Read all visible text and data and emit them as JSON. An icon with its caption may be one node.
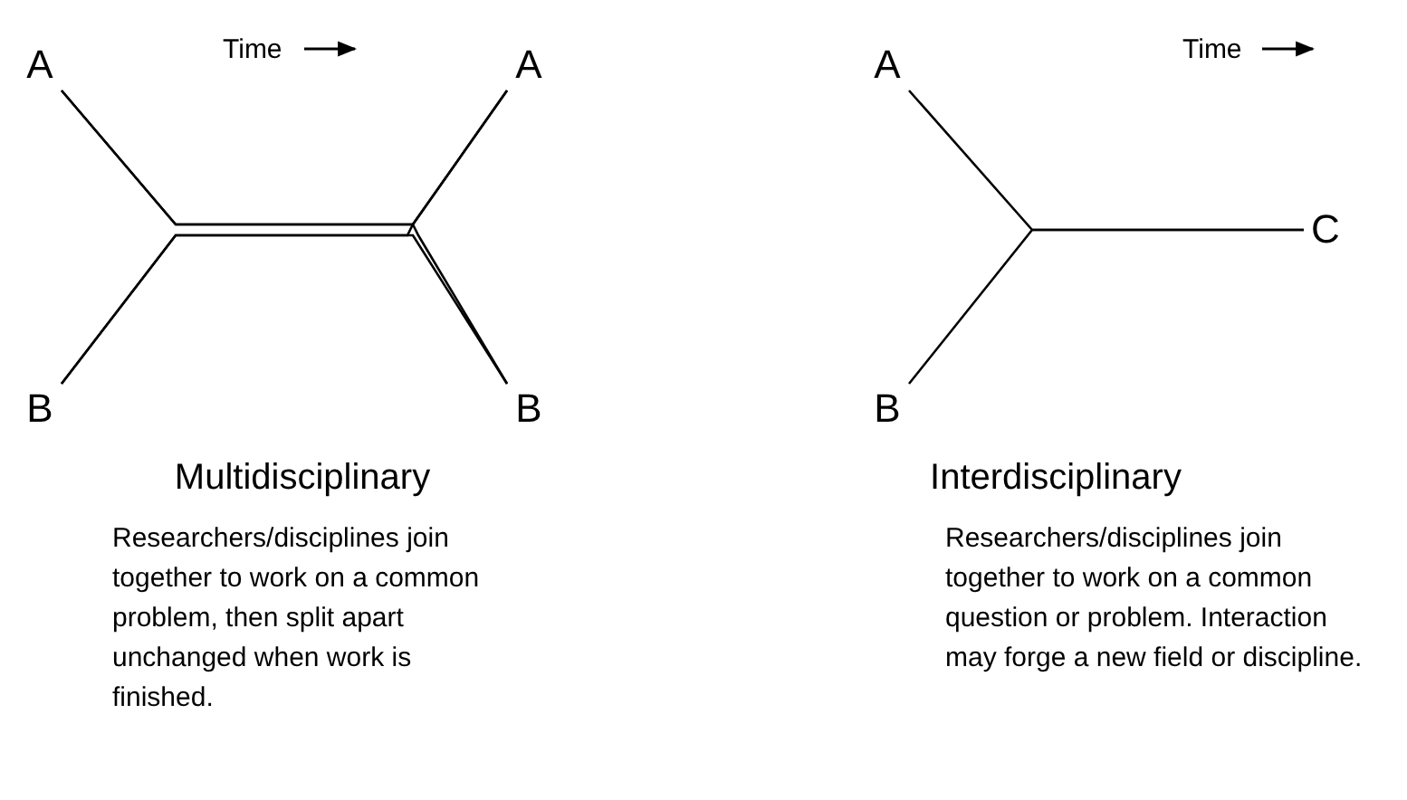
{
  "diagram": {
    "nodes": [
      {
        "text": [
          "A"
        ]
      },
      {
        "text": [
          "B"
        ]
      },
      {
        "text": [
          "A"
        ]
      },
      {
        "text": [
          "B"
        ]
      },
      {
        "text": [
          "A"
        ]
      },
      {
        "text": [
          "B"
        ]
      },
      {
        "text": [
          "C"
        ]
      }
    ],
    "edges": [
      {
        "from": 0,
        "to": 2,
        "arrow": "none"
      },
      {
        "from": 0,
        "to": 3,
        "arrow": "none"
      },
      {
        "from": 1,
        "to": 2,
        "arrow": "none"
      },
      {
        "from": 1,
        "to": 3,
        "arrow": "none"
      },
      {
        "from": 4,
        "to": 6,
        "arrow": "none"
      },
      {
        "from": 5,
        "to": 6,
        "arrow": "none"
      }
    ],
    "labels": [
      "Time",
      "Time",
      "Multidisciplinary",
      "Interdisciplinary",
      "Researchers/disciplines join together to work on a common problem, then split apart unchanged when work is finished.",
      "Researchers/disciplines join together to work on a common question or problem. Interaction may forge a new field or discipline."
    ]
  }
}
